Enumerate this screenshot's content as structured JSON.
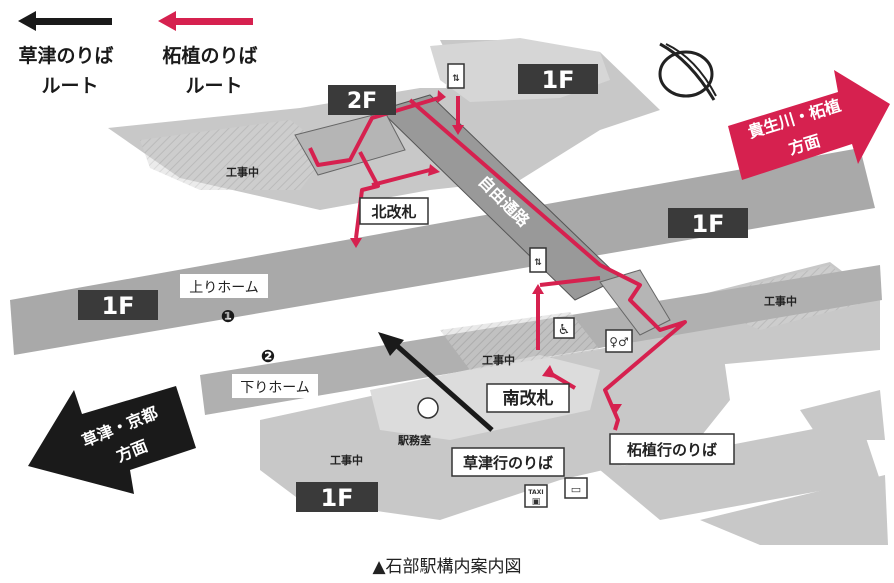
{
  "legend": {
    "kusatsu_route_line1": "草津のりば",
    "kusatsu_route_line2": "ルート",
    "tsuge_route_line1": "柘植のりば",
    "tsuge_route_line2": "ルート"
  },
  "floors": {
    "f1_top": "1F",
    "f2": "2F",
    "f1_mid": "1F",
    "f1_left": "1F",
    "f1_bottom": "1F"
  },
  "directions": {
    "tsuge_line1": "貴生川・柘植",
    "tsuge_line2": "方面",
    "kyoto_line1": "草津・京都",
    "kyoto_line2": "方面"
  },
  "labels": {
    "construction_north": "工事中",
    "construction_east": "工事中",
    "construction_center": "工事中",
    "construction_south": "工事中",
    "north_gate": "北改札",
    "south_gate": "南改札",
    "free_passage": "自由通路",
    "up_platform": "上りホーム",
    "down_platform": "下りホーム",
    "platform_1": "❶",
    "platform_2": "❷",
    "station_office": "駅務室",
    "kusatsu_boarding": "草津行のりば",
    "tsuge_boarding": "柘植行のりば",
    "taxi": "TAXI"
  },
  "caption": "▲石部駅構内案内図",
  "colors": {
    "route_red": "#d6214f",
    "route_black": "#1a1a1a",
    "floor_tag": "#3a3a3a",
    "platform": "#a9a9a9",
    "building": "#c8c8c8",
    "building_light": "#dedede"
  }
}
